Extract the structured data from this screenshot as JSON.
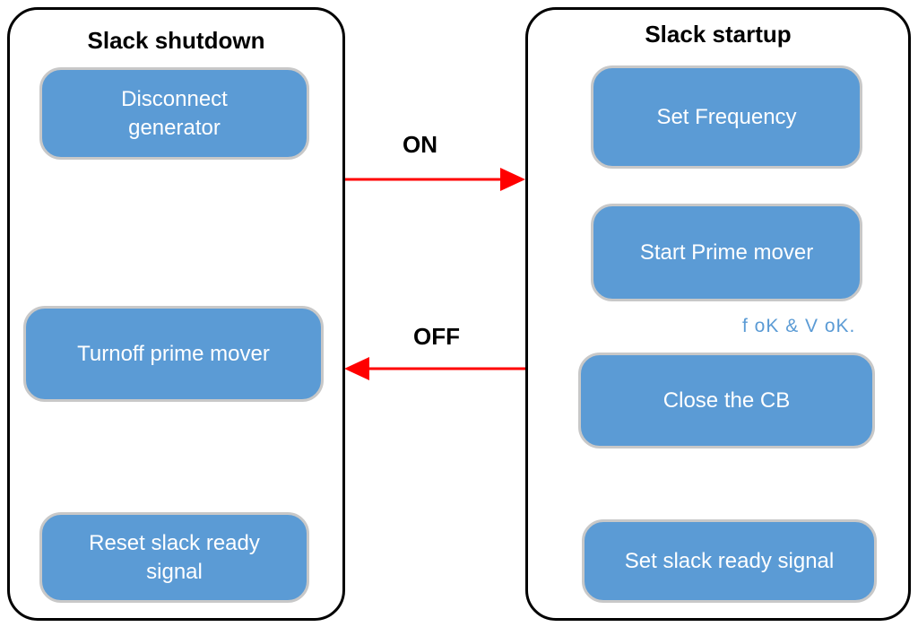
{
  "left_panel": {
    "title": "Slack shutdown",
    "steps": [
      "Disconnect\ngenerator",
      "Turnoff prime mover",
      "Reset slack ready\nsignal"
    ]
  },
  "right_panel": {
    "title": "Slack startup",
    "steps": [
      "Set Frequency",
      "Start Prime mover",
      "Close the CB",
      "Set slack ready signal"
    ],
    "condition": "f oK & V oK."
  },
  "transitions": {
    "on": "ON",
    "off": "OFF"
  },
  "colors": {
    "box": "#5b9bd5",
    "box_border": "#c8c8c8",
    "flow_arrow": "#5b9bd5",
    "transition_arrow": "#ff0000"
  }
}
